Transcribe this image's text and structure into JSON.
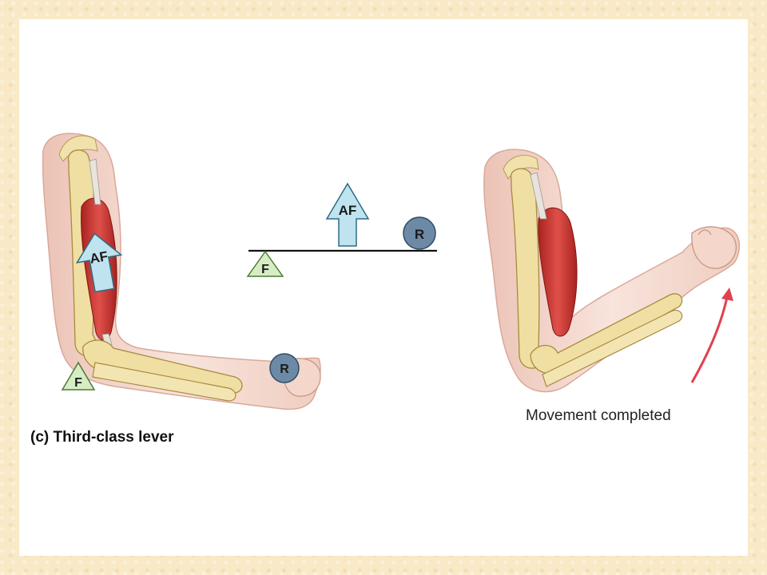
{
  "caption": "(c) Third-class lever",
  "movement_label": "Movement completed",
  "labels": {
    "applied_force": "AF",
    "fulcrum": "F",
    "resistance": "R"
  },
  "colors": {
    "background": "#f9e9c6",
    "panel": "#ffffff",
    "applied_force_arrow": "#bfe3ef",
    "fulcrum_triangle": "#d6edc4",
    "resistance_circle": "#6c8aa6",
    "muscle": "#cf3a34",
    "bone": "#f0dfa2",
    "skin": "#f6dcd2",
    "movement_arrow": "#e0414e"
  }
}
